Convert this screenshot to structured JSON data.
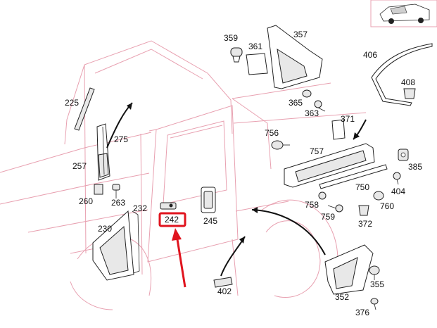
{
  "diagram": {
    "highlighted_part": "242",
    "colors": {
      "body_outline": "#e8a0b0",
      "highlight": "#e0141e",
      "part_stroke": "#222222"
    },
    "callouts": [
      {
        "id": "225",
        "label": "225"
      },
      {
        "id": "275",
        "label": "275"
      },
      {
        "id": "257",
        "label": "257"
      },
      {
        "id": "260",
        "label": "260"
      },
      {
        "id": "263",
        "label": "263"
      },
      {
        "id": "230",
        "label": "230"
      },
      {
        "id": "232",
        "label": "232"
      },
      {
        "id": "242",
        "label": "242"
      },
      {
        "id": "245",
        "label": "245"
      },
      {
        "id": "402",
        "label": "402"
      },
      {
        "id": "359",
        "label": "359"
      },
      {
        "id": "361",
        "label": "361"
      },
      {
        "id": "357",
        "label": "357"
      },
      {
        "id": "365",
        "label": "365"
      },
      {
        "id": "363",
        "label": "363"
      },
      {
        "id": "371",
        "label": "371"
      },
      {
        "id": "406",
        "label": "406"
      },
      {
        "id": "408",
        "label": "408"
      },
      {
        "id": "756",
        "label": "756"
      },
      {
        "id": "757",
        "label": "757"
      },
      {
        "id": "385",
        "label": "385"
      },
      {
        "id": "404",
        "label": "404"
      },
      {
        "id": "750",
        "label": "750"
      },
      {
        "id": "760",
        "label": "760"
      },
      {
        "id": "758",
        "label": "758"
      },
      {
        "id": "759",
        "label": "759"
      },
      {
        "id": "372",
        "label": "372"
      },
      {
        "id": "355",
        "label": "355"
      },
      {
        "id": "352",
        "label": "352"
      },
      {
        "id": "376",
        "label": "376"
      }
    ]
  }
}
